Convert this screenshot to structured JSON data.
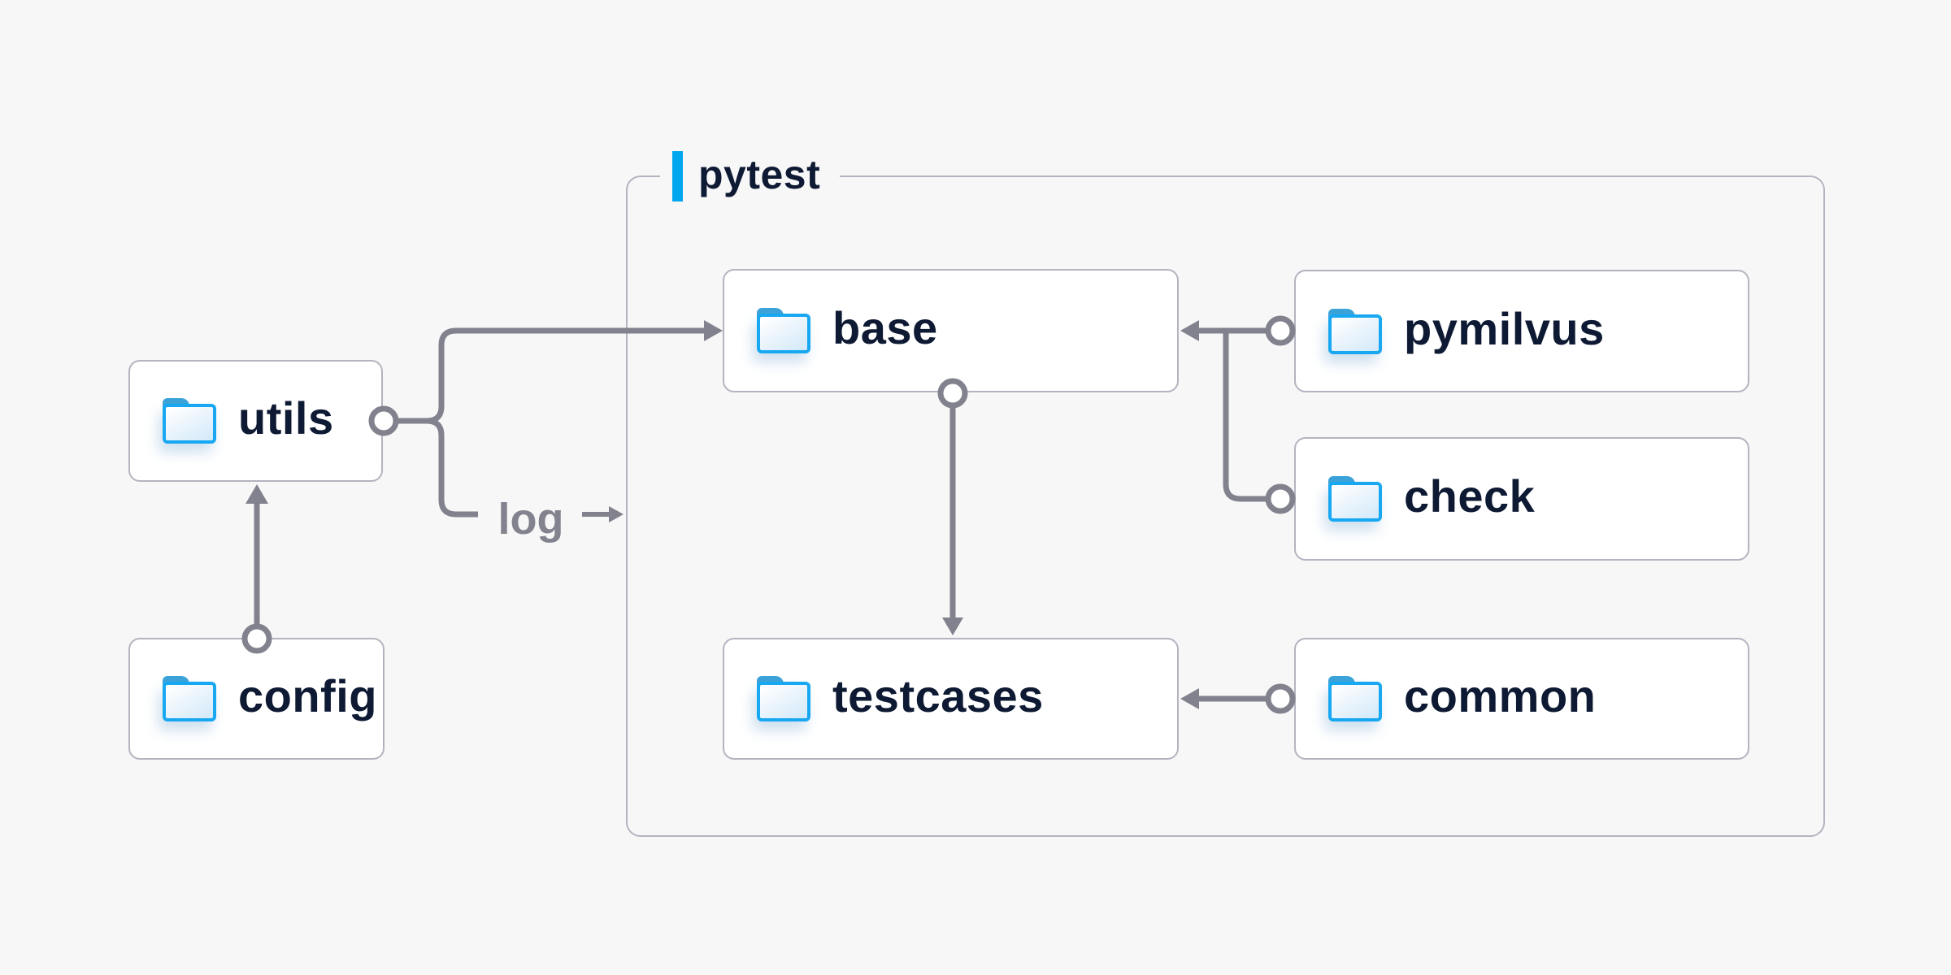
{
  "group": {
    "label": "pytest"
  },
  "nodes": {
    "utils": {
      "label": "utils",
      "icon": "folder-icon"
    },
    "config": {
      "label": "config",
      "icon": "folder-icon"
    },
    "base": {
      "label": "base",
      "icon": "folder-icon"
    },
    "testcases": {
      "label": "testcases",
      "icon": "folder-icon"
    },
    "pymilvus": {
      "label": "pymilvus",
      "icon": "folder-icon"
    },
    "check": {
      "label": "check",
      "icon": "folder-icon"
    },
    "common": {
      "label": "common",
      "icon": "folder-icon"
    }
  },
  "edge_label": {
    "text": "log"
  },
  "edges": [
    {
      "from": "config",
      "to": "utils",
      "style": "arrow"
    },
    {
      "from": "utils",
      "to": "base",
      "style": "arrow"
    },
    {
      "from": "utils",
      "to": "log",
      "style": "arrow",
      "label": "log"
    },
    {
      "from": "pymilvus",
      "to": "base",
      "style": "arrow"
    },
    {
      "from": "check",
      "to": "base",
      "style": "arrow"
    },
    {
      "from": "base",
      "to": "testcases",
      "style": "arrow"
    },
    {
      "from": "common",
      "to": "testcases",
      "style": "arrow"
    }
  ],
  "colors": {
    "background": "#f7f7f8",
    "node_fill": "#ffffff",
    "node_border": "#b4b4c0",
    "group_border": "#b4b4c0",
    "accent_blue": "#00a7ee",
    "line_gray": "#82828e",
    "label_text": "#0e1a33",
    "muted_text": "#83838f",
    "folder_blue": "#18a8f1"
  }
}
